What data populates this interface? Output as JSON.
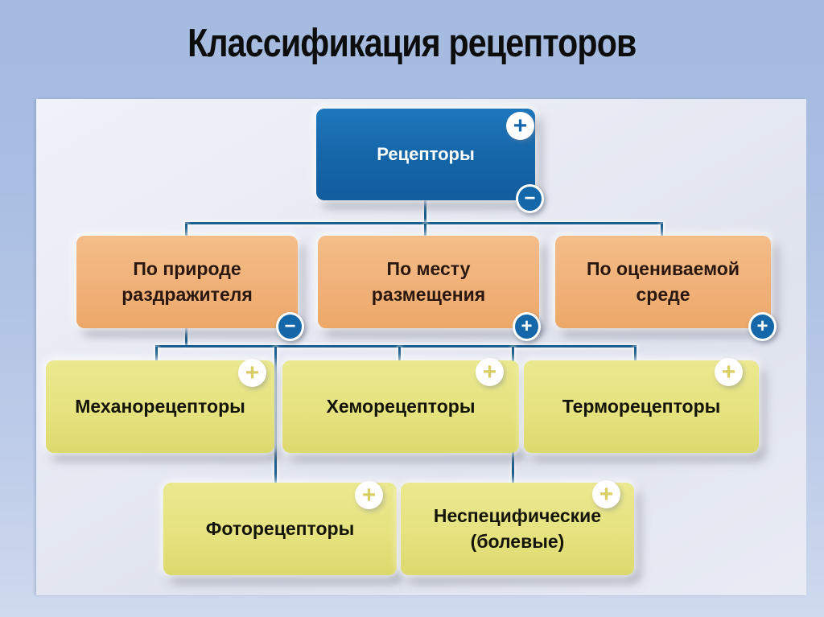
{
  "slide": {
    "title": "Классификация рецепторов"
  },
  "chart": {
    "type": "hierarchy-diagram",
    "root": {
      "label": "Рецепторы",
      "expand_badge": "+",
      "collapse_badge": "−"
    },
    "level2": [
      {
        "label": "По природе раздражителя",
        "badge": "−",
        "badge_type": "collapse"
      },
      {
        "label": "По месту размещения",
        "badge": "+",
        "badge_type": "expand"
      },
      {
        "label": "По оцениваемой среде",
        "badge": "+",
        "badge_type": "expand"
      }
    ],
    "level3": [
      {
        "label": "Механорецепторы",
        "badge": "+",
        "parent": "По природе раздражителя"
      },
      {
        "label": "Хеморецепторы",
        "badge": "+",
        "parent": "По природе раздражителя"
      },
      {
        "label": "Терморецепторы",
        "badge": "+",
        "parent": "По природе раздражителя"
      },
      {
        "label": "Фоторецепторы",
        "badge": "+",
        "parent": "По природе раздражителя"
      },
      {
        "label": "Неспецифические (болевые)",
        "badge": "+",
        "parent": "По природе раздражителя"
      }
    ],
    "colors": {
      "background_top": "#a4bade",
      "background_bottom": "#cfdaee",
      "panel": "#e8ebf4",
      "root_fill": "#1568ab",
      "level2_fill": "#f0b077",
      "level3_fill": "#e5e27e",
      "connector": "#1b5d8c",
      "badge_circle_blue": "#1467a9",
      "badge_glyph_yellow": "#d9ce66",
      "title_text": "#0d0d0d"
    }
  }
}
